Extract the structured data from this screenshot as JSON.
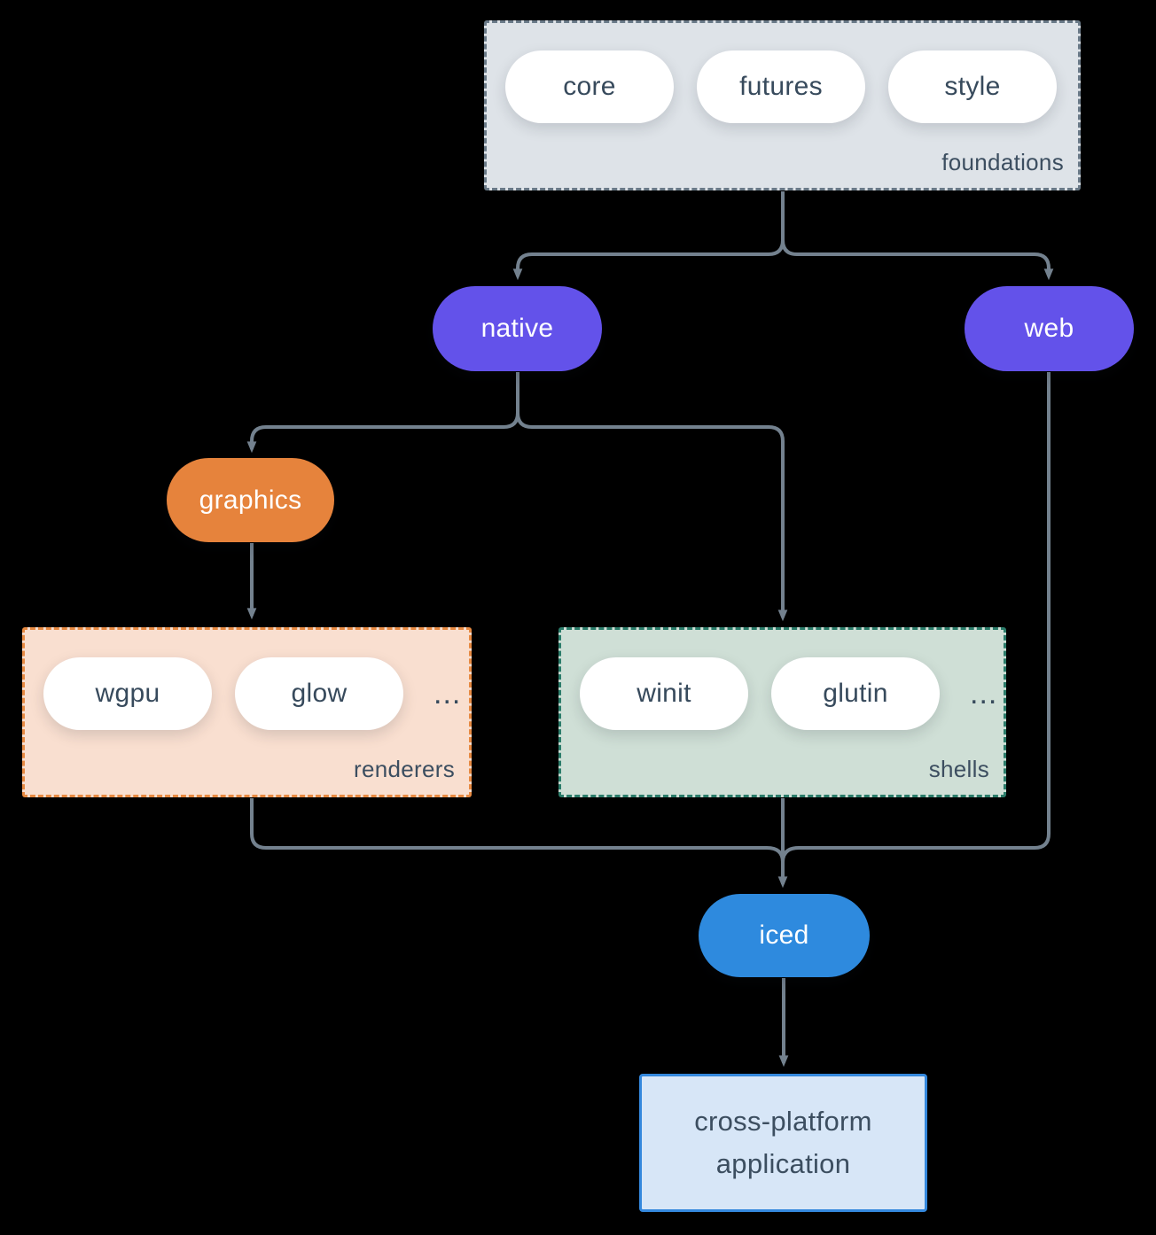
{
  "colors": {
    "background": "#000000",
    "connector": "#73818e",
    "pill_purple": "#6352ea",
    "pill_orange": "#e6833c",
    "pill_blue": "#2e8ade",
    "pill_white": "#ffffff",
    "pill_text_dark": "#374a5c",
    "group_label_text": "#3c4e60",
    "foundations_fill": "#dee3e8",
    "foundations_border": "#697987",
    "renderers_fill": "#f9dfd0",
    "renderers_border": "#e78a42",
    "shells_fill": "#cfdfd6",
    "shells_border": "#2b7c6a",
    "application_fill": "#d7e6f7",
    "application_border": "#3488dd"
  },
  "nodes": {
    "foundations": {
      "label": "foundations",
      "pills": [
        "core",
        "futures",
        "style"
      ]
    },
    "native": {
      "label": "native"
    },
    "web": {
      "label": "web"
    },
    "graphics": {
      "label": "graphics"
    },
    "renderers": {
      "label": "renderers",
      "pills": [
        "wgpu",
        "glow"
      ],
      "ellipsis": "..."
    },
    "shells": {
      "label": "shells",
      "pills": [
        "winit",
        "glutin"
      ],
      "ellipsis": "..."
    },
    "iced": {
      "label": "iced"
    },
    "application": {
      "line1": "cross-platform",
      "line2": "application"
    }
  }
}
